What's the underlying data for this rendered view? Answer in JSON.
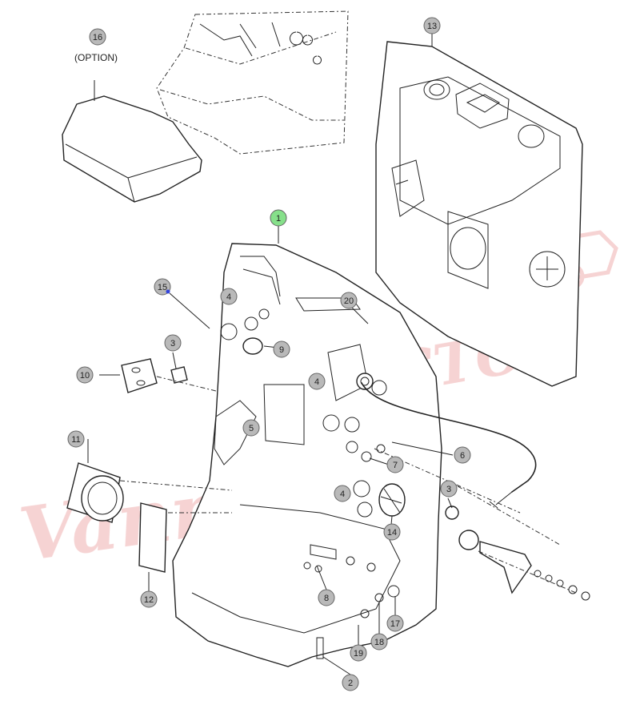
{
  "diagram": {
    "callouts": [
      {
        "id": "c1",
        "label": "1",
        "color": "#86e08a"
      },
      {
        "id": "c2",
        "label": "2",
        "color": "#b9b9b9"
      },
      {
        "id": "c3a",
        "label": "3",
        "color": "#b9b9b9"
      },
      {
        "id": "c3b",
        "label": "3",
        "color": "#b9b9b9"
      },
      {
        "id": "c4a",
        "label": "4",
        "color": "#b9b9b9"
      },
      {
        "id": "c4b",
        "label": "4",
        "color": "#b9b9b9"
      },
      {
        "id": "c4c",
        "label": "4",
        "color": "#b9b9b9"
      },
      {
        "id": "c5",
        "label": "5",
        "color": "#b9b9b9"
      },
      {
        "id": "c6",
        "label": "6",
        "color": "#b9b9b9"
      },
      {
        "id": "c7",
        "label": "7",
        "color": "#b9b9b9"
      },
      {
        "id": "c8",
        "label": "8",
        "color": "#b9b9b9"
      },
      {
        "id": "c9",
        "label": "9",
        "color": "#b9b9b9"
      },
      {
        "id": "c10",
        "label": "10",
        "color": "#b9b9b9"
      },
      {
        "id": "c11",
        "label": "11",
        "color": "#b9b9b9"
      },
      {
        "id": "c12",
        "label": "12",
        "color": "#b9b9b9"
      },
      {
        "id": "c13",
        "label": "13",
        "color": "#b9b9b9"
      },
      {
        "id": "c14",
        "label": "14",
        "color": "#b9b9b9"
      },
      {
        "id": "c15",
        "label": "15",
        "color": "#b9b9b9"
      },
      {
        "id": "c16",
        "label": "16",
        "color": "#b9b9b9"
      },
      {
        "id": "c17",
        "label": "17",
        "color": "#b9b9b9"
      },
      {
        "id": "c18",
        "label": "18",
        "color": "#b9b9b9"
      },
      {
        "id": "c19",
        "label": "19",
        "color": "#b9b9b9"
      },
      {
        "id": "c20",
        "label": "20",
        "color": "#b9b9b9"
      }
    ],
    "option_note": "(OPTION)",
    "watermark": {
      "text": "Vanna Tractor",
      "color": "#e8a3a3"
    }
  }
}
